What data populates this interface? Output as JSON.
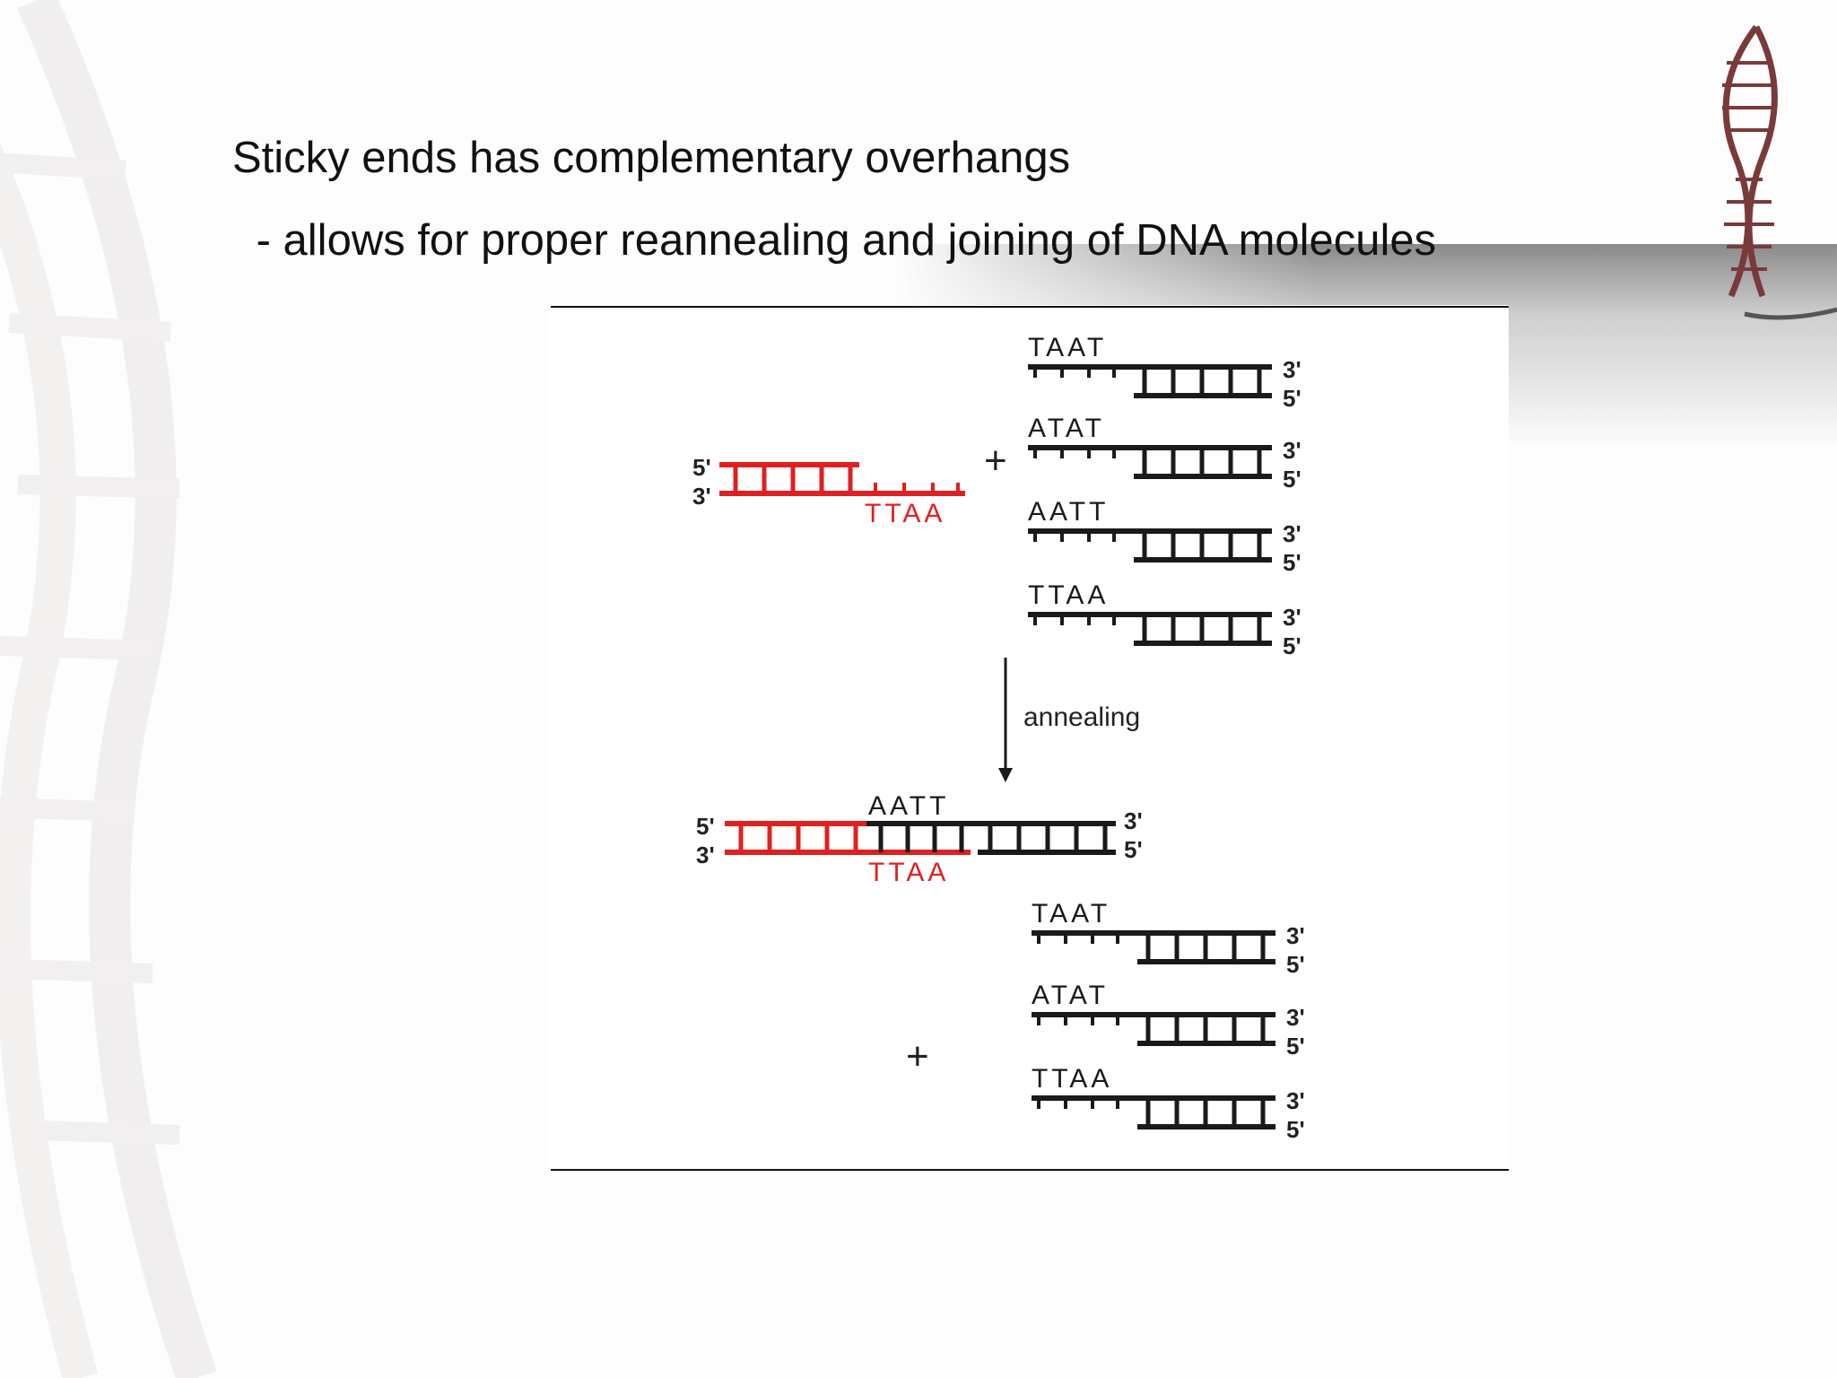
{
  "slide": {
    "title_line1": "Sticky ends has complementary overhangs",
    "title_line2": " - allows for proper reannealing and joining of DNA molecules"
  },
  "labels": {
    "five_prime": "5'",
    "three_prime": "3'",
    "plus": "+",
    "annealing": "annealing"
  },
  "colors": {
    "red_strand": "#e02020",
    "black_strand": "#1a1a1a",
    "text": "#111111"
  },
  "diagram": {
    "before": {
      "red_fragment_overhang": "TTAA",
      "black_fragment_overhangs": [
        "TAAT",
        "ATAT",
        "AATT",
        "TTAA"
      ]
    },
    "after": {
      "annealed_top_overhang": "AATT",
      "annealed_bottom_overhang": "TTAA",
      "remaining_fragment_overhangs": [
        "TAAT",
        "ATAT",
        "TTAA"
      ]
    }
  }
}
